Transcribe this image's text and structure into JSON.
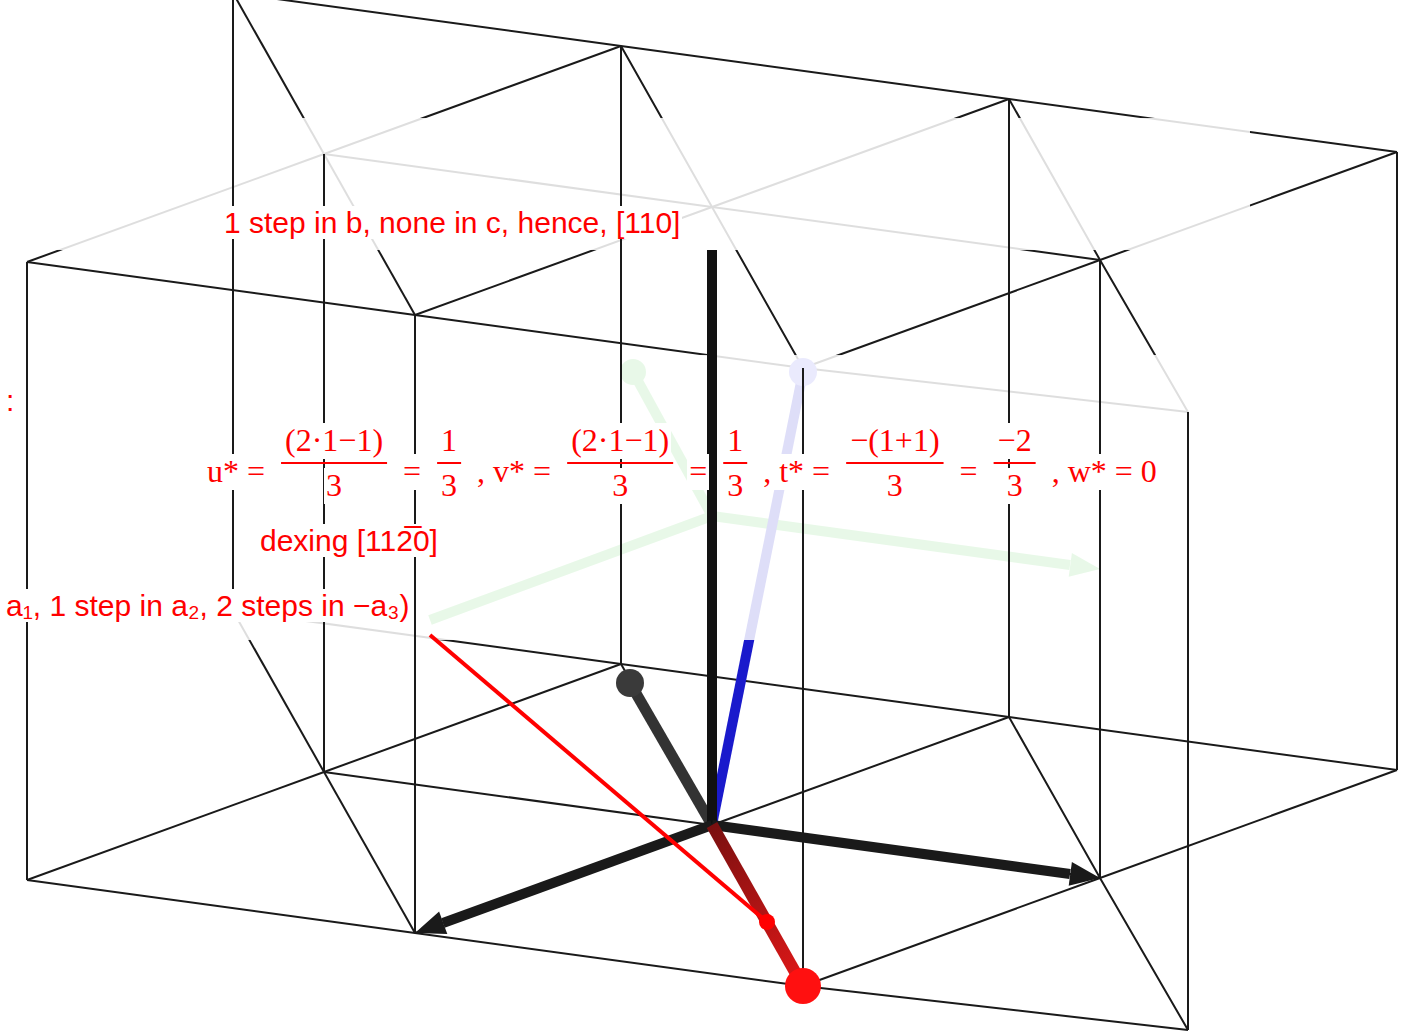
{
  "diagram": {
    "labels": [
      "1 step in b, none in c, hence, [110]",
      ":",
      "u* =",
      "(2·1−1)",
      "3",
      "=",
      "1",
      "3",
      ", v* =",
      "(2·1−1)",
      "3",
      "=",
      "1",
      "3",
      ", t* =",
      "−(1+1)",
      "3",
      "=",
      "−2",
      "3",
      ", w* = 0",
      "dexing [112̅0]",
      "a₁, 1 step in a₂, 2 steps in −a₃)"
    ]
  }
}
